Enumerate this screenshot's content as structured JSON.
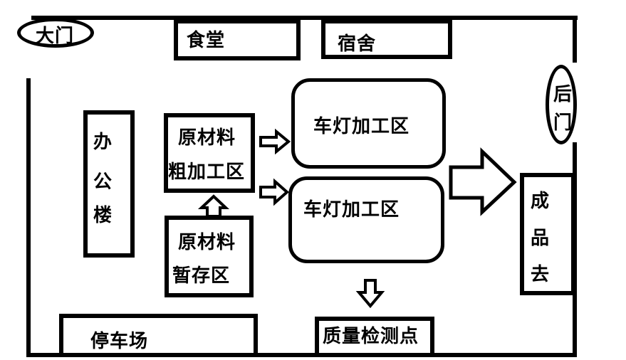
{
  "title": "Factory layout plan",
  "areas": {
    "main_gate": "大门",
    "canteen": "食堂",
    "dormitory": "宿舍",
    "back_gate": [
      "后",
      "门"
    ],
    "office_building": [
      "办",
      "公",
      "楼"
    ],
    "raw_material_rough_processing": [
      "原材料",
      "粗加工区"
    ],
    "raw_material_storage": [
      "原材料",
      "暂存区"
    ],
    "headlight_processing_1": "车灯加工区",
    "headlight_processing_2": "车灯加工区",
    "finished_products": [
      "成",
      "品",
      "去"
    ],
    "quality_inspection": "质量检测点",
    "parking_lot": "停车场"
  },
  "arrows": [
    {
      "from": "raw_material_storage",
      "to": "raw_material_rough_processing",
      "direction": "up"
    },
    {
      "from": "raw_material_rough_processing",
      "to": "headlight_processing_1",
      "direction": "right"
    },
    {
      "from": "raw_material_rough_processing",
      "to": "headlight_processing_2",
      "direction": "right"
    },
    {
      "from": "headlight_processing",
      "to": "finished_products",
      "direction": "right"
    },
    {
      "from": "headlight_processing_2",
      "to": "quality_inspection",
      "direction": "down"
    }
  ]
}
